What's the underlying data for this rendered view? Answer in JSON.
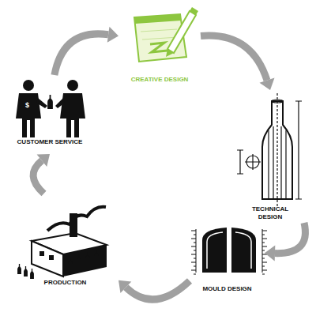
{
  "diagram": {
    "nodes": [
      {
        "text": [
          "CREATIVE DESIGN"
        ]
      },
      {
        "text": [
          "TECHNICAL DESIGN"
        ]
      },
      {
        "text": [
          "MOULD DESIGN"
        ]
      },
      {
        "text": [
          "PRODUCTION"
        ]
      },
      {
        "text": [
          "CUSTOMER SERVICE"
        ]
      }
    ],
    "edges": [
      {
        "from": 0,
        "to": 1,
        "arrow": "to"
      },
      {
        "from": 1,
        "to": 2,
        "arrow": "to"
      },
      {
        "from": 2,
        "to": 3,
        "arrow": "to"
      },
      {
        "from": 3,
        "to": 4,
        "arrow": "to"
      },
      {
        "from": 4,
        "to": 0,
        "arrow": "to"
      }
    ],
    "labels": [
      "$"
    ]
  }
}
